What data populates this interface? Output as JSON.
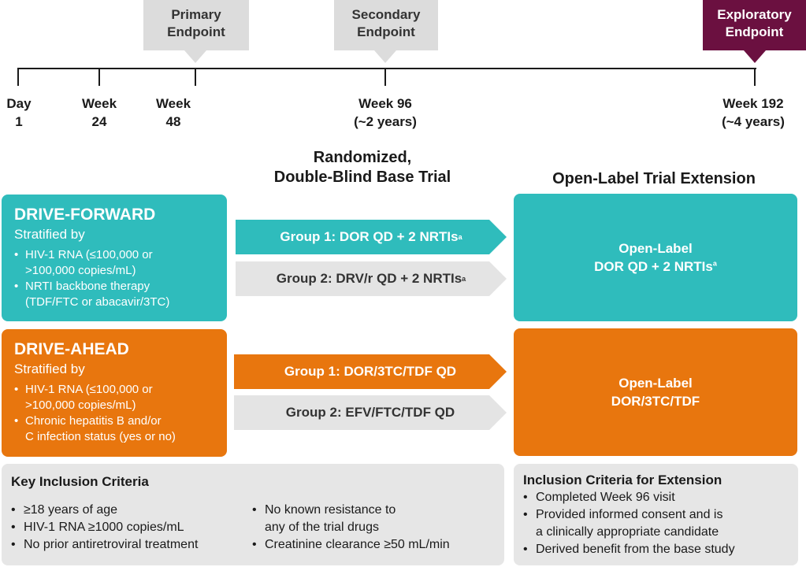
{
  "endpoints": {
    "primary": [
      "Primary",
      "Endpoint"
    ],
    "secondary": [
      "Secondary",
      "Endpoint"
    ],
    "exploratory": [
      "Exploratory",
      "Endpoint"
    ]
  },
  "timeline": [
    {
      "line1": "Day",
      "line2": "1"
    },
    {
      "line1": "Week",
      "line2": "24"
    },
    {
      "line1": "Week",
      "line2": "48"
    },
    {
      "line1": "Week 96",
      "line2": "(~2 years)"
    },
    {
      "line1": "Week 192",
      "line2": "(~4 years)"
    }
  ],
  "headings": {
    "base_trial": [
      "Randomized,",
      "Double-Blind Base Trial"
    ],
    "extension": "Open-Label Trial Extension"
  },
  "drive_forward": {
    "name": "DRIVE-FORWARD",
    "stratified": "Stratified by",
    "bullets": [
      [
        "HIV-1 RNA (≤100,000 or",
        ">100,000 copies/mL)"
      ],
      [
        "NRTI backbone therapy",
        "(TDF/FTC or abacavir/3TC)"
      ]
    ],
    "group1": {
      "text": "Group 1: DOR QD + 2 NRTIs",
      "sup": "a"
    },
    "group2": {
      "text": "Group 2: DRV/r QD + 2 NRTIs",
      "sup": "a"
    },
    "extension": {
      "line1": "Open-Label",
      "line2": "DOR QD + 2 NRTIs",
      "sup": "a"
    }
  },
  "drive_ahead": {
    "name": "DRIVE-AHEAD",
    "stratified": "Stratified by",
    "bullets": [
      [
        "HIV-1 RNA (≤100,000 or",
        ">100,000 copies/mL)"
      ],
      [
        "Chronic hepatitis B and/or",
        "C infection status (yes or no)"
      ]
    ],
    "group1": "Group 1: DOR/3TC/TDF QD",
    "group2": "Group 2: EFV/FTC/TDF QD",
    "extension": {
      "line1": "Open-Label",
      "line2": "DOR/3TC/TDF"
    }
  },
  "key_inclusion": {
    "title": "Key Inclusion Criteria",
    "col1": [
      "≥18 years of age",
      "HIV-1 RNA ≥1000 copies/mL",
      "No prior antiretroviral treatment"
    ],
    "col2": [
      [
        "No known resistance to",
        "any of the trial drugs"
      ],
      [
        "Creatinine clearance ≥50 mL/min"
      ]
    ]
  },
  "extension_inclusion": {
    "title": "Inclusion Criteria for Extension",
    "items": [
      [
        "Completed Week 96 visit"
      ],
      [
        "Provided informed consent and is",
        "a clinically appropriate candidate"
      ],
      [
        "Derived benefit from the base study"
      ]
    ]
  }
}
